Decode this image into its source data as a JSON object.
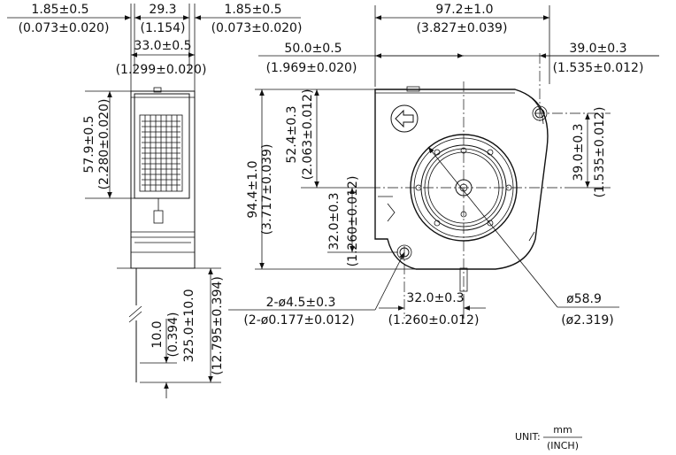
{
  "dimensions": {
    "side_left_gap": "1.85±0.5",
    "side_left_gap_in": "(0.073±0.020)",
    "side_width": "29.3",
    "side_width_in": "(1.154)",
    "side_right_gap": "1.85±0.5",
    "side_right_gap_in": "(0.073±0.020)",
    "side_total": "33.0±0.5",
    "side_total_in": "(1.299±0.020)",
    "side_height": "57.9±0.5",
    "side_height_in": "(2.280±0.020)",
    "lead_strip": "10.0",
    "lead_strip_in": "(0.394)",
    "lead_length": "325.0±10.0",
    "lead_length_in": "(12.795±0.394)",
    "overall_width": "97.2±1.0",
    "overall_width_in": "(3.827±0.039)",
    "outlet_offset": "50.0±0.5",
    "outlet_offset_in": "(1.969±0.020)",
    "right_offset": "39.0±0.3",
    "right_offset_in": "(1.535±0.012)",
    "overall_height": "94.4±1.0",
    "overall_height_in": "(3.717±0.039)",
    "inlet_center_height": "52.4±0.3",
    "inlet_center_height_in": "(2.063±0.012)",
    "hole_vertical": "32.0±0.3",
    "hole_vertical_in": "(1.260±0.012)",
    "right_vertical": "39.0±0.3",
    "right_vertical_in": "(1.535±0.012)",
    "holes": "2-ø4.5±0.3",
    "holes_in": "(2-ø0.177±0.012)",
    "hole_horizontal": "32.0±0.3",
    "hole_horizontal_in": "(1.260±0.012)",
    "impeller_diameter": "ø58.9",
    "impeller_diameter_in": "(ø2.319)"
  },
  "unit": {
    "label": "UNIT:",
    "numerator": "mm",
    "denominator": "(INCH)"
  }
}
